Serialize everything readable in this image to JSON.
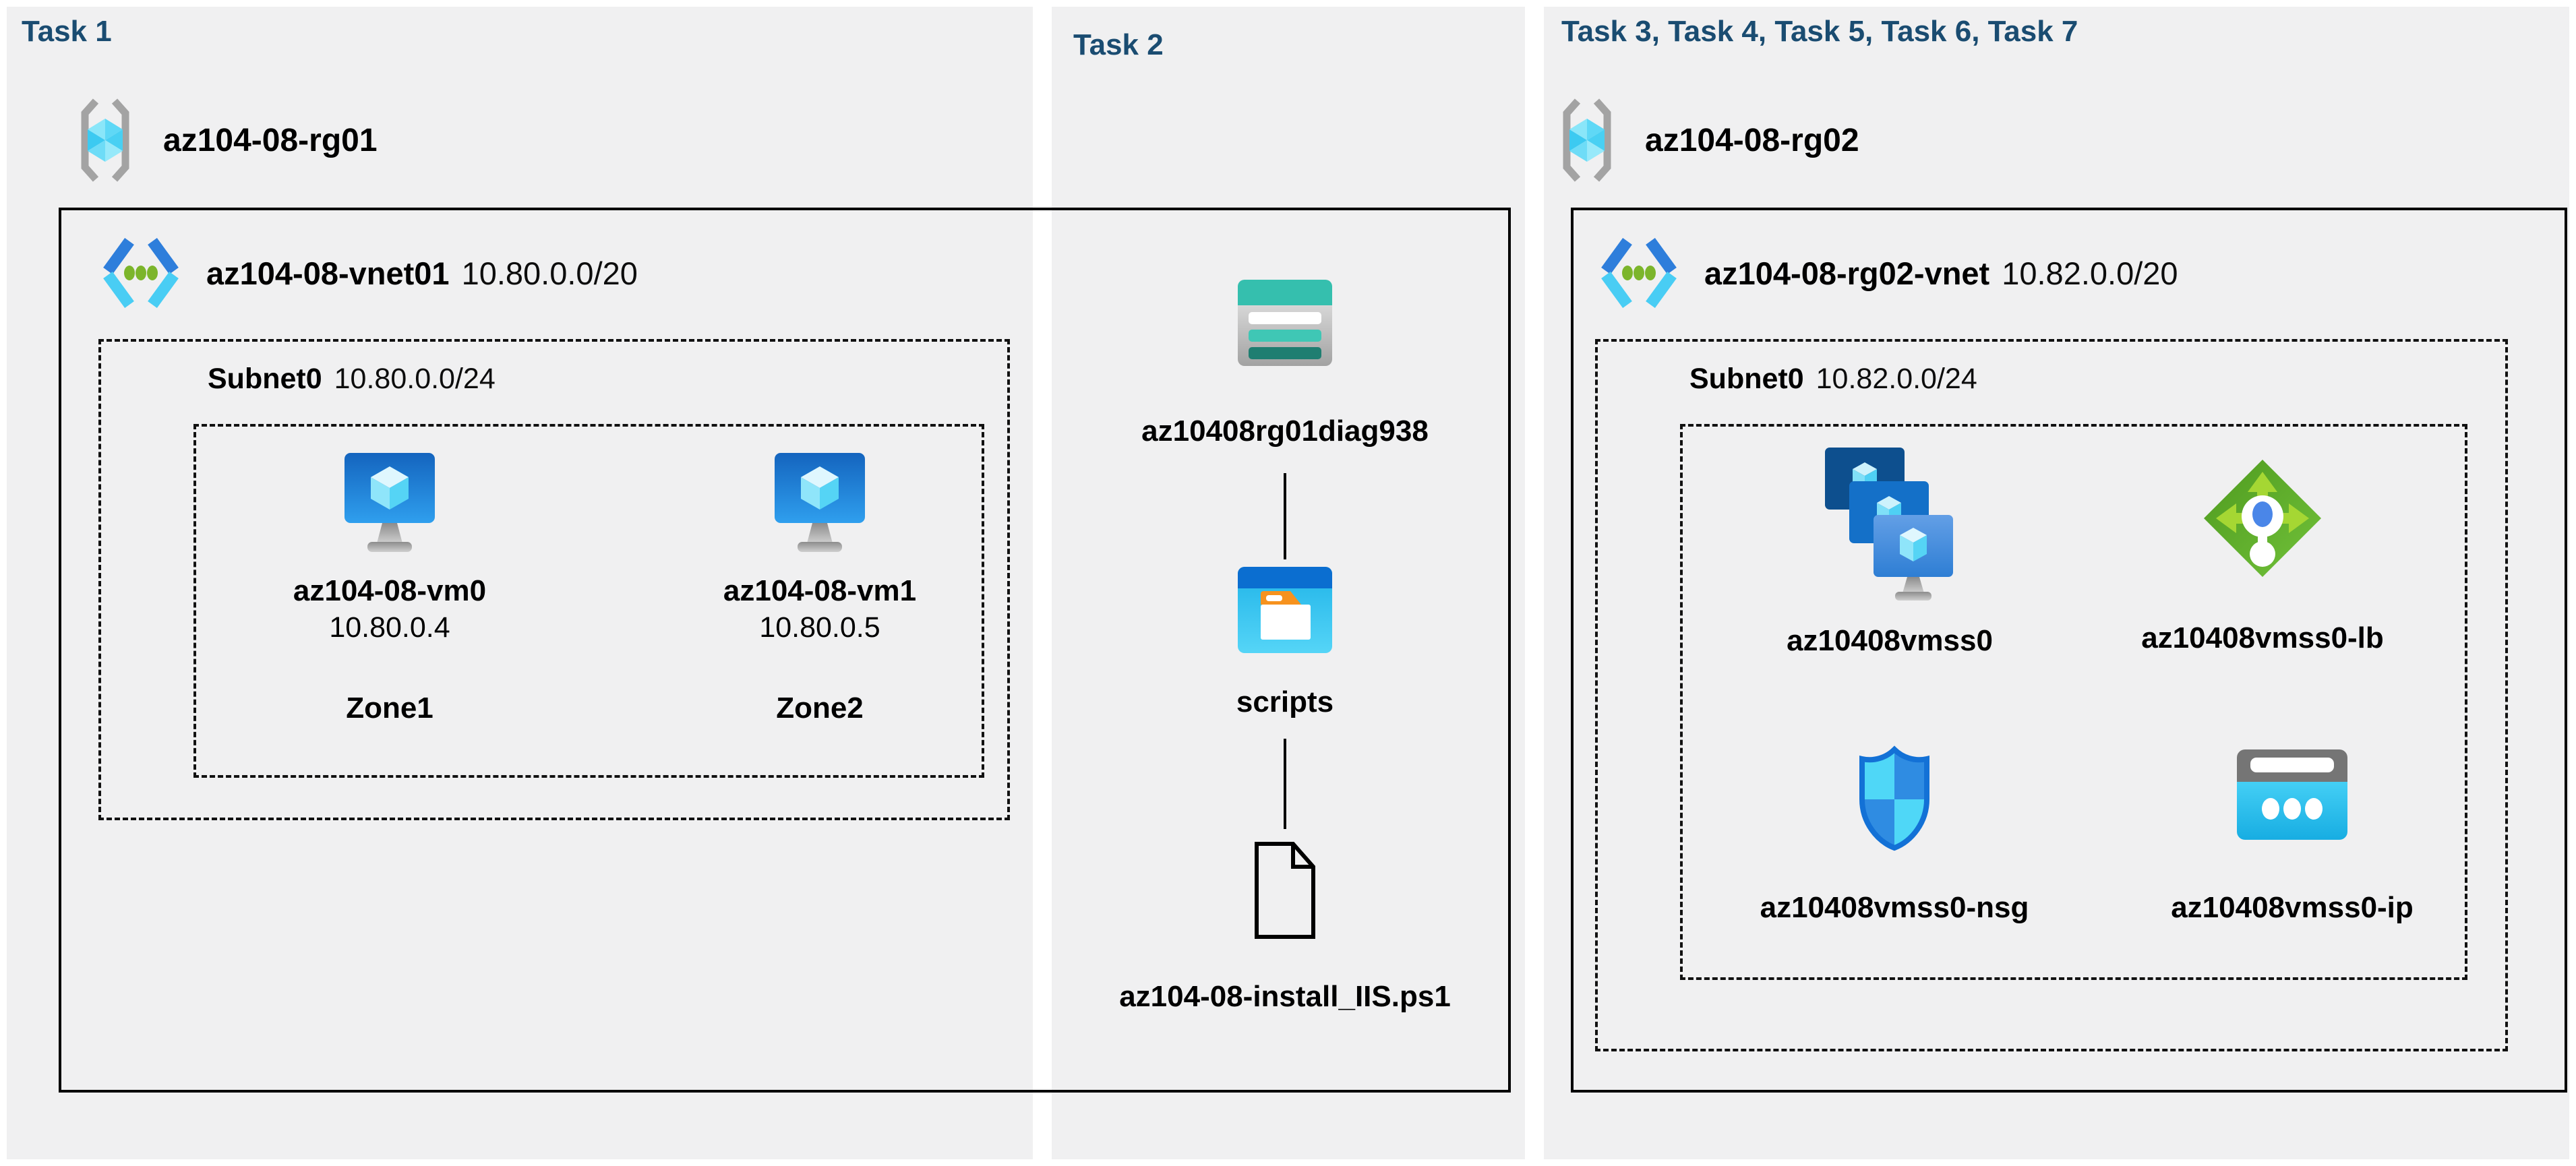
{
  "colors": {
    "heading": "#1a4c71",
    "panel_bg": "#f0f0f1",
    "box_border": "#000000",
    "vm_blue_top": "#1464be",
    "vm_blue_bottom": "#2f9fee",
    "storage_teal": "#35bfae",
    "blob_blue": "#0b6ed0",
    "folder_orange": "#f6921e",
    "lb_green": "#5aa522",
    "nsg_light": "#4fd7f7",
    "nsg_medium": "#2f8ce2",
    "ip_cyan": "#2cc3f0"
  },
  "icons": {
    "resource_group": "resource-group-icon",
    "virtual_network": "virtual-network-icon",
    "virtual_machine": "virtual-machine-icon",
    "storage_account": "storage-account-icon",
    "blob_container": "blob-container-icon",
    "script_file": "script-file-icon",
    "vm_scale_set": "vmss-icon",
    "load_balancer": "load-balancer-icon",
    "network_security_group": "nsg-icon",
    "public_ip": "public-ip-icon"
  },
  "tasks": {
    "task1": {
      "heading": "Task 1",
      "resource_group": "az104-08-rg01",
      "vnet_name": "az104-08-vnet01",
      "vnet_cidr": "10.80.0.0/20",
      "subnet_name": "Subnet0",
      "subnet_cidr": "10.80.0.0/24",
      "vm0": {
        "name": "az104-08-vm0",
        "ip": "10.80.0.4",
        "zone": "Zone1"
      },
      "vm1": {
        "name": "az104-08-vm1",
        "ip": "10.80.0.5",
        "zone": "Zone2"
      }
    },
    "task2": {
      "heading": "Task 2",
      "storage_account": "az10408rg01diag938",
      "container": "scripts",
      "script_file": "az104-08-install_IIS.ps1"
    },
    "task3": {
      "heading": "Task 3, Task 4, Task 5, Task 6, Task 7",
      "resource_group": "az104-08-rg02",
      "vnet_name": "az104-08-rg02-vnet",
      "vnet_cidr": "10.82.0.0/20",
      "subnet_name": "Subnet0",
      "subnet_cidr": "10.82.0.0/24",
      "vmss": "az10408vmss0",
      "load_balancer": "az10408vmss0-lb",
      "nsg": "az10408vmss0-nsg",
      "public_ip": "az10408vmss0-ip"
    }
  }
}
